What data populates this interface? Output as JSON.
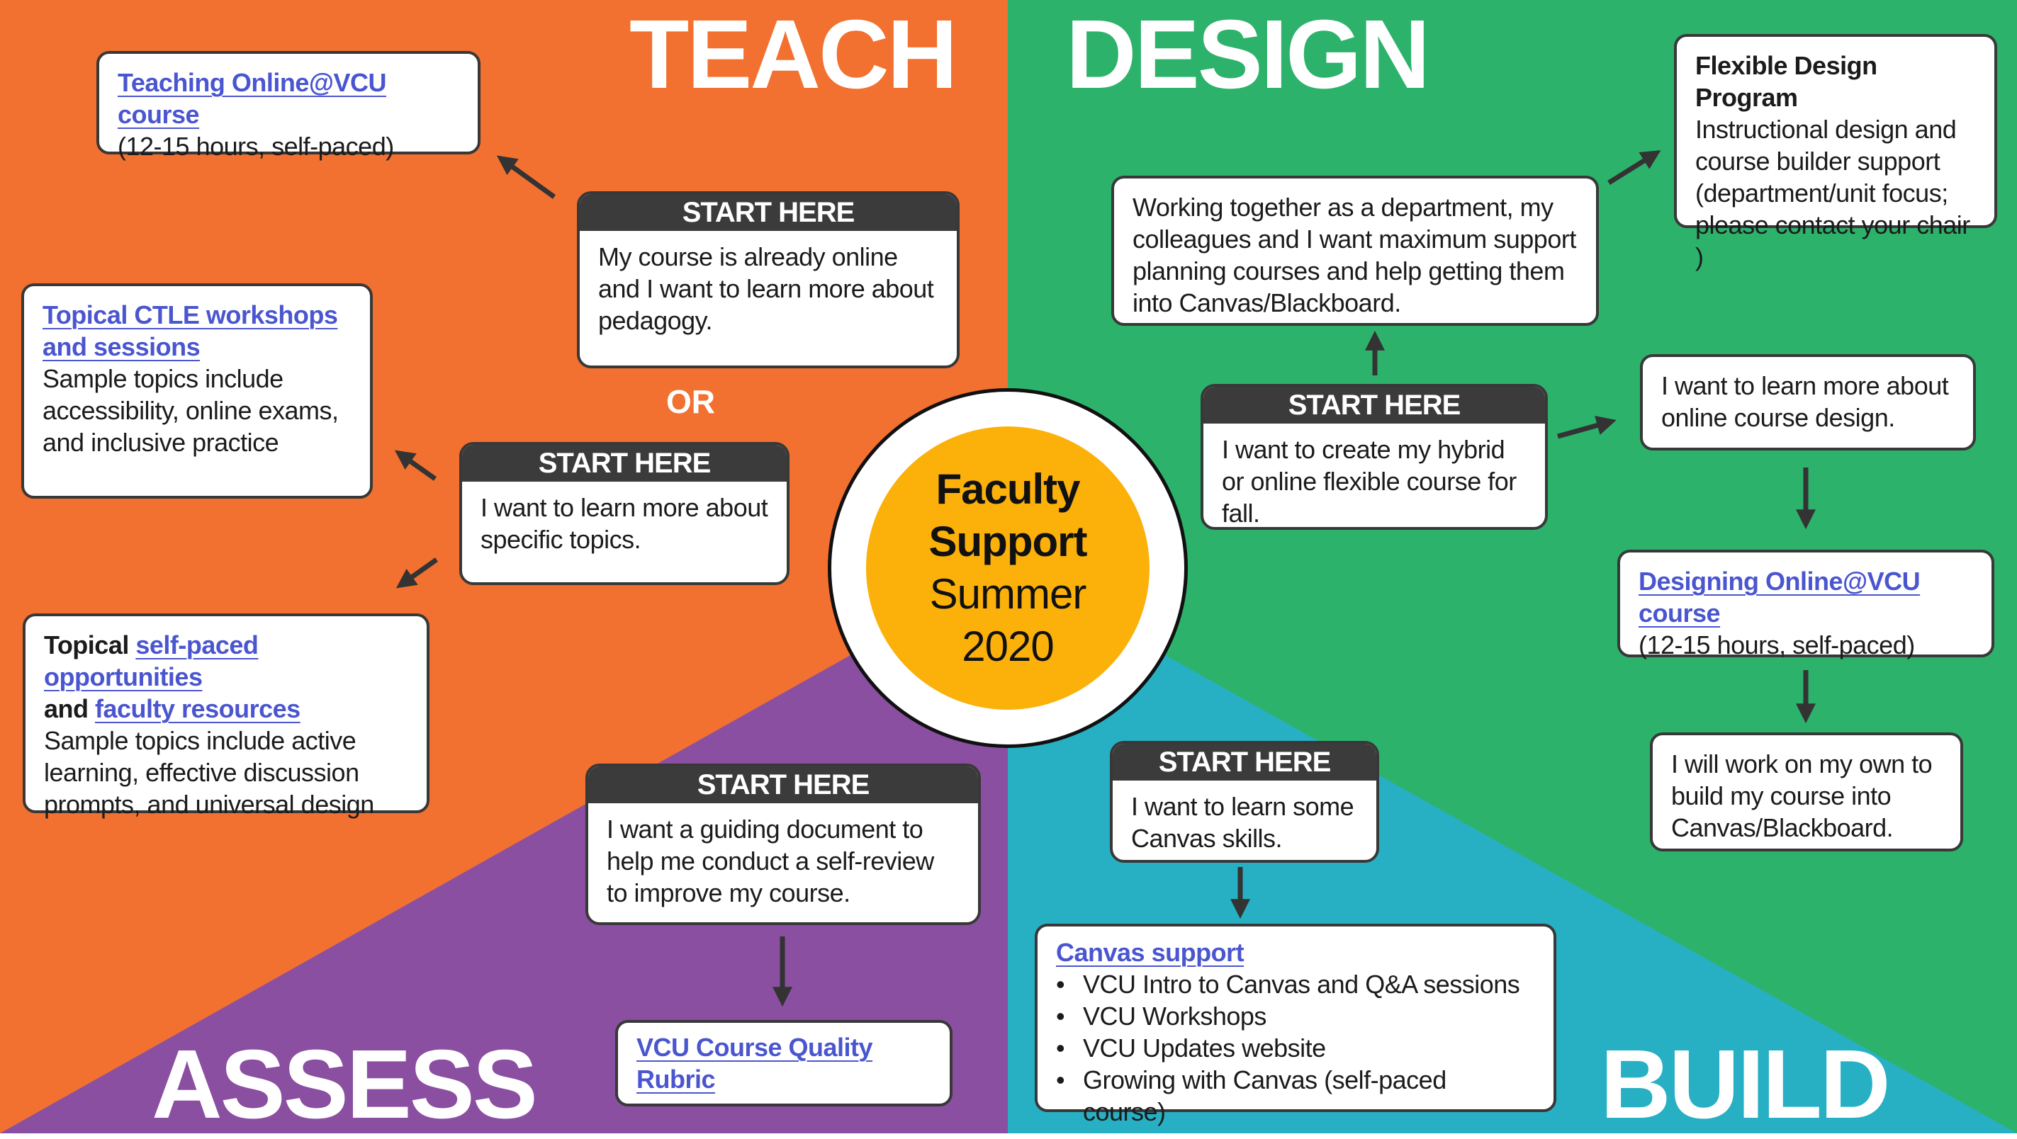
{
  "colors": {
    "teach": "#f27130",
    "design": "#2db26b",
    "assess": "#8a4fa0",
    "build": "#27b0c3",
    "center": "#fbb10a",
    "link": "#4a55d0",
    "header": "#3b3b3b"
  },
  "titles": {
    "teach": "TEACH",
    "design": "DESIGN",
    "assess": "ASSESS",
    "build": "BUILD"
  },
  "center": {
    "line1": "Faculty",
    "line2": "Support",
    "line3": "Summer",
    "line4": "2020"
  },
  "or_label": "OR",
  "teach": {
    "online_course": {
      "link": "Teaching Online@VCU course",
      "detail": "(12-15 hours, self-paced)"
    },
    "start1": {
      "header": "START HERE",
      "text": "My course is already online and I want to learn more about pedagogy."
    },
    "start2": {
      "header": "START HERE",
      "text": "I want to learn more about specific topics."
    },
    "workshops": {
      "link": "Topical CTLE workshops and sessions",
      "detail": "Sample topics include accessibility, online exams, and inclusive practice"
    },
    "selfpaced": {
      "pre": "Topical ",
      "link1": "self-paced opportunities",
      "mid": " and ",
      "link2": "faculty resources",
      "detail": "Sample topics include active learning,  effective discussion prompts, and universal design"
    }
  },
  "design": {
    "program": {
      "title": "Flexible Design Program",
      "detail": "Instructional design and course builder support (department/unit focus; please contact your chair )"
    },
    "department": {
      "text": "Working together as a department, my colleagues and I want maximum support planning courses and help getting them into Canvas/Blackboard."
    },
    "start": {
      "header": "START HERE",
      "text": "I want to create my hybrid or online flexible course for fall."
    },
    "learn_more": {
      "text": "I want to learn more about online course design."
    },
    "online_course": {
      "link": "Designing Online@VCU course",
      "detail": "(12-15 hours, self-paced)"
    },
    "own": {
      "text": "I will work on my own to build my course into Canvas/Blackboard."
    }
  },
  "assess": {
    "start": {
      "header": "START HERE",
      "text": "I want a guiding document to help me conduct a self-review to improve my course."
    },
    "rubric": {
      "link": "VCU Course Quality Rubric"
    }
  },
  "build": {
    "start": {
      "header": "START HERE",
      "text": "I want to learn some Canvas skills."
    },
    "support": {
      "link": "Canvas support",
      "items": [
        "VCU Intro to Canvas and Q&A sessions",
        "VCU Workshops",
        "VCU Updates website",
        "Growing with Canvas (self-paced course)"
      ]
    }
  }
}
